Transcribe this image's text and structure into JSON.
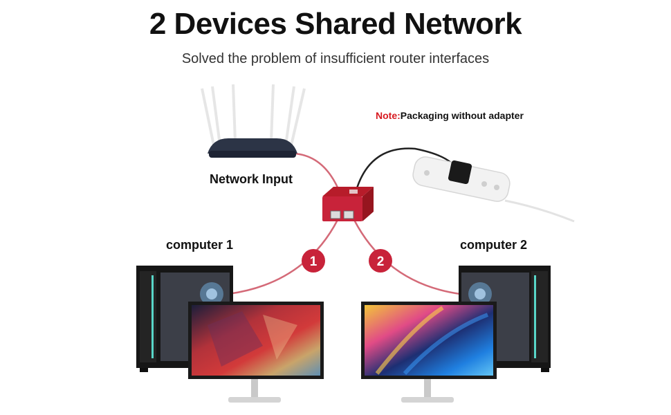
{
  "title": "2 Devices Shared Network",
  "subtitle": "Solved the problem of insufficient router interfaces",
  "note": {
    "prefix": "Note:",
    "text": "Packaging without adapter"
  },
  "labels": {
    "network_input": "Network Input",
    "computer1": "computer 1",
    "computer2": "computer 2"
  },
  "ports": {
    "port1": "1",
    "port2": "2"
  },
  "colors": {
    "accent": "#c8233a",
    "note_red": "#d71920",
    "cable": "#d46a78"
  }
}
